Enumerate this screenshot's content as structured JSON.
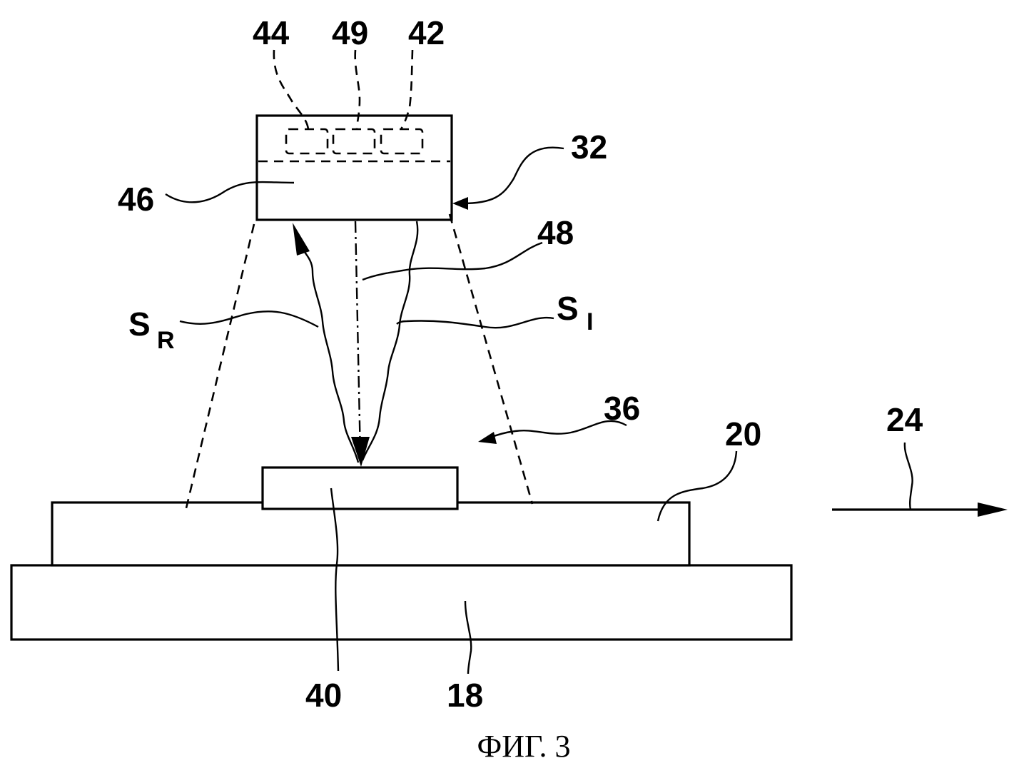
{
  "labels": {
    "l44": "44",
    "l49": "49",
    "l42": "42",
    "l32": "32",
    "l46": "46",
    "l48": "48",
    "sr_main": "S",
    "sr_sub": "R",
    "si_main": "S",
    "si_sub": "I",
    "l36": "36",
    "l20": "20",
    "l24": "24",
    "l40": "40",
    "l18": "18"
  },
  "caption": "ФИГ. 3"
}
